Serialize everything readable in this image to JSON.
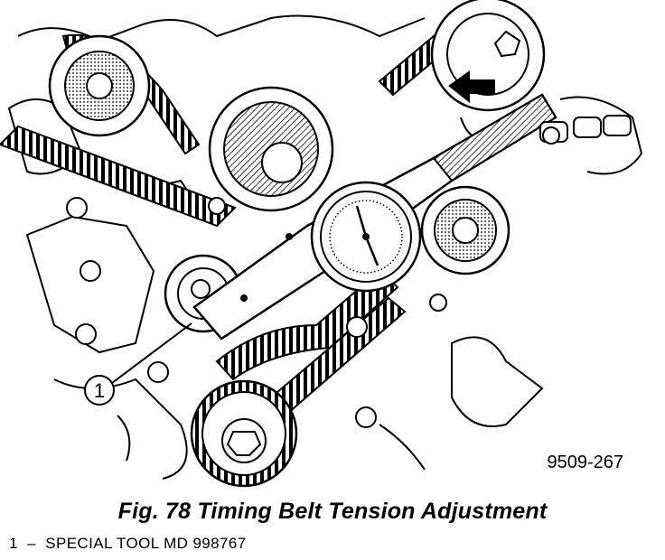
{
  "figure": {
    "code": "9509-267",
    "callout": "1"
  },
  "caption": "Fig. 78 Timing Belt Tension Adjustment",
  "legend": [
    {
      "number": "1",
      "separator": "–",
      "text": "SPECIAL TOOL MD 998767"
    }
  ]
}
